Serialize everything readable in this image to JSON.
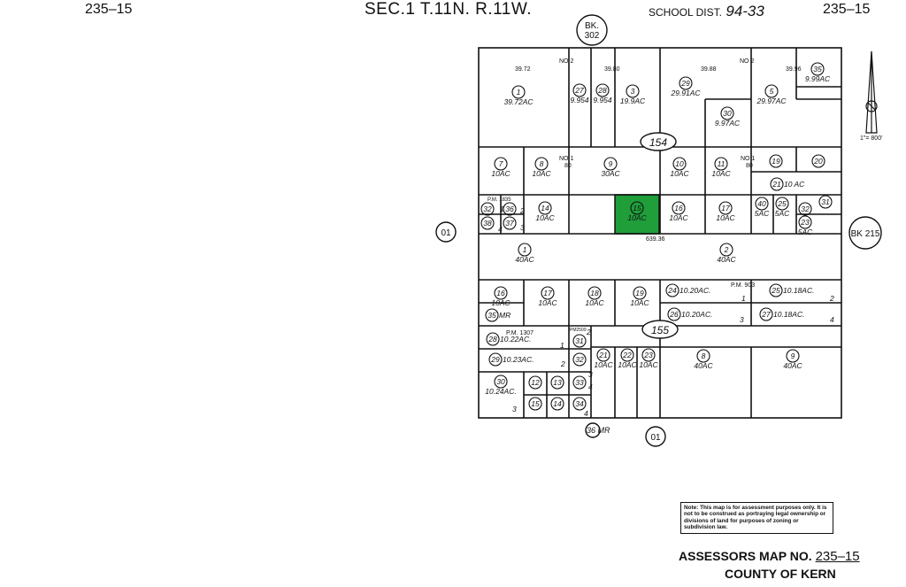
{
  "header": {
    "map_left": "235–15",
    "section": "SEC.1 T.11N. R.11W.",
    "school_dist_label": "SCHOOL DIST.",
    "school_dist_value": "94-33",
    "map_right": "235–15"
  },
  "book_refs": {
    "top": [
      "BK.",
      "302"
    ],
    "right": "BK 215"
  },
  "edge_labels": {
    "left": "01",
    "bottom": "01",
    "bottom_mr": "36 MR"
  },
  "scale": "1\"= 800'",
  "highlight_color": "#1f9e3a",
  "road_labels": [
    "154",
    "155"
  ],
  "street_dim": "639.36",
  "subdiv": {
    "no2_a": "NO 2",
    "no2_b": "NO 2",
    "no1_a": "NO 1",
    "no1_b": "NO 1",
    "eighty_a": "80",
    "eighty_b": "80",
    "pm1835": "P.M. 1835",
    "pm903": "P.M. 903",
    "pm1307": "P.M. 1307",
    "pm2509": "PM2509"
  },
  "acreage": {
    "a3972": "39.72",
    "a3980": "39.80",
    "a3988": "39.88",
    "a3996": "39.96"
  },
  "parcels": {
    "p1": "1",
    "p1a": "39.72AC",
    "p27": "27",
    "p27a": "9.954",
    "p28": "28",
    "p28a": "9.954",
    "p3": "3",
    "p3a": "19.9AC",
    "p29": "29",
    "p29a": "29.91AC",
    "p30": "30",
    "p30a": "9.97AC",
    "p5": "5",
    "p5a": "29.97AC",
    "p35": "35",
    "p35a": "9.99AC",
    "p7": "7",
    "p7a": "10AC",
    "p8": "8",
    "p8a": "10AC",
    "p9": "9",
    "p9a": "30AC",
    "p10": "10",
    "p10a": "10AC",
    "p11": "11",
    "p11a": "10AC",
    "p19": "19",
    "p20": "20",
    "p21": "21",
    "p21a": "10 AC",
    "p31": "31",
    "p32": "32",
    "p36": "36",
    "p37": "37",
    "p38": "38",
    "p14": "14",
    "p14a": "10AC",
    "p15": "15",
    "p15a": "10AC",
    "p16": "16",
    "p16a": "10AC",
    "p17": "17",
    "p17a": "10AC",
    "p40": "40",
    "p40a": "5AC",
    "p25": "25",
    "p25a": "5AC",
    "p32b": "32",
    "p23": "23",
    "p23a": "5AC",
    "q1": "1",
    "q1a": "40AC",
    "q2": "2",
    "q2a": "40AC",
    "r16": "16",
    "r16a": "10AC",
    "r35": "35",
    "r35m": "MR",
    "r17": "17",
    "r17a": "10AC",
    "r18": "18",
    "r18a": "10AC",
    "r19": "19",
    "r19a": "10AC",
    "r24": "24",
    "r24a": "10.20AC.",
    "r26": "26",
    "r26a": "10.20AC.",
    "r25": "25",
    "r25a": "10.18AC.",
    "r27": "27",
    "r27a": "10.18AC.",
    "s28": "28",
    "s28a": "10.22AC.",
    "s29": "29",
    "s29a": "10.23AC.",
    "s30": "30",
    "s30a": "10.24AC.",
    "s31": "31",
    "s32": "32",
    "s33": "33",
    "s34": "34",
    "s12": "12",
    "s13": "13",
    "s15": "15",
    "s14": "14",
    "s21": "21",
    "s21a": "10AC",
    "s22": "22",
    "s22a": "10AC",
    "s23": "23",
    "s23a": "10AC",
    "s8": "8",
    "s8a": "40AC",
    "s9": "9",
    "s9a": "40AC"
  },
  "lot_nums": {
    "n1": "1",
    "n2": "2",
    "n3": "3",
    "n4": "4",
    "n1b": "1",
    "n2b": "2",
    "n3b": "3",
    "n4b": "4",
    "n1c": "1",
    "n2c": "2",
    "n3c": "3",
    "n4c": "4",
    "n2d": "2",
    "n3d": "3",
    "n4d": "4"
  },
  "note": "Note: This map is for assessment purposes only. It is not to be construed as portraying legal ownership or divisions of land for purposes of zoning or subdivision law.",
  "footer": {
    "assessors_label": "ASSESSORS MAP NO.",
    "assessors_value": "235–15",
    "county": "COUNTY OF KERN"
  }
}
